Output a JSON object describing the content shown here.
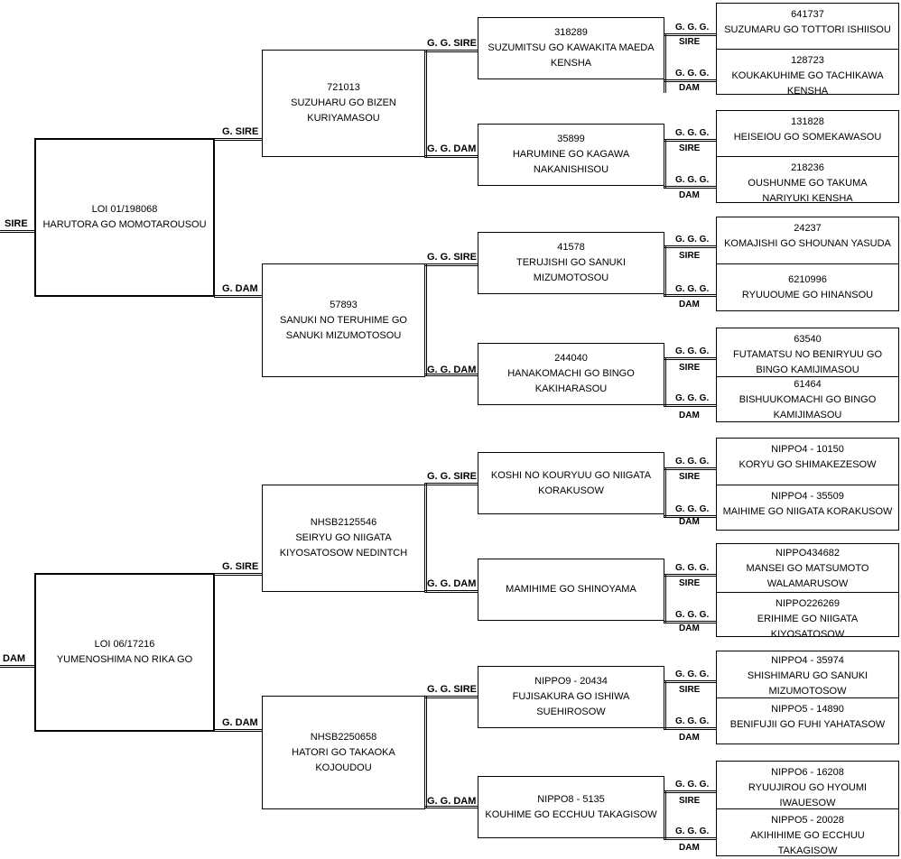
{
  "labels": {
    "sire": "SIRE",
    "dam": "DAM",
    "g_sire": "G. SIRE",
    "g_dam": "G. DAM",
    "gg_sire": "G. G. SIRE",
    "gg_dam": "G. G. DAM",
    "ggg": "G. G. G."
  },
  "sire": {
    "reg": "LOI 01/198068",
    "name": "HARUTORA GO MOMOTAROUSOU",
    "g_sire": {
      "reg": "721013",
      "name": "SUZUHARU GO BIZEN KURIYAMASOU",
      "gg_sire": {
        "reg": "318289",
        "name": "SUZUMITSU GO KAWAKITA MAEDA KENSHA",
        "ggg_sire": {
          "reg": "641737",
          "name": "SUZUMARU GO TOTTORI ISHIISOU"
        },
        "ggg_dam": {
          "reg": "128723",
          "name": "KOUKAKUHIME GO TACHIKAWA KENSHA"
        }
      },
      "gg_dam": {
        "reg": "35899",
        "name": "HARUMINE GO KAGAWA NAKANISHISOU",
        "ggg_sire": {
          "reg": "131828",
          "name": "HEISEIOU GO SOMEKAWASOU"
        },
        "ggg_dam": {
          "reg": "218236",
          "name": "OUSHUNME GO TAKUMA NARIYUKI KENSHA"
        }
      }
    },
    "g_dam": {
      "reg": "57893",
      "name": "SANUKI NO TERUHIME GO SANUKI MIZUMOTOSOU",
      "gg_sire": {
        "reg": "41578",
        "name": "TERUJISHI GO SANUKI MIZUMOTOSOU",
        "ggg_sire": {
          "reg": "24237",
          "name": "KOMAJISHI GO SHOUNAN YASUDA"
        },
        "ggg_dam": {
          "reg": "6210996",
          "name": "RYUUOUME GO HINANSOU"
        }
      },
      "gg_dam": {
        "reg": "244040",
        "name": "HANAKOMACHI GO BINGO KAKIHARASOU",
        "ggg_sire": {
          "reg": "63540",
          "name": "FUTAMATSU NO BENIRYUU GO BINGO KAMIJIMASOU"
        },
        "ggg_dam": {
          "reg": "61464",
          "name": "BISHUUKOMACHI GO BINGO KAMIJIMASOU"
        }
      }
    }
  },
  "dam": {
    "reg": "LOI 06/17216",
    "name": "YUMENOSHIMA NO RIKA GO",
    "g_sire": {
      "reg": "NHSB2125546",
      "name": "SEIRYU GO NIIGATA KIYOSATOSOW NEDINTCH",
      "gg_sire": {
        "reg": "",
        "name": "KOSHI NO KOURYUU GO NIIGATA KORAKUSOW",
        "ggg_sire": {
          "reg": "NIPPO4 - 10150",
          "name": "KORYU GO SHIMAKEZESOW"
        },
        "ggg_dam": {
          "reg": "NIPPO4 - 35509",
          "name": "MAIHIME GO NIIGATA KORAKUSOW"
        }
      },
      "gg_dam": {
        "reg": "",
        "name": "MAMIHIME GO SHINOYAMA",
        "ggg_sire": {
          "reg": "NIPPO434682",
          "name": "MANSEI GO MATSUMOTO WALAMARUSOW"
        },
        "ggg_dam": {
          "reg": "NIPPO226269",
          "name": "ERIHIME GO NIIGATA KIYOSATOSOW"
        }
      }
    },
    "g_dam": {
      "reg": "NHSB2250658",
      "name": "HATORI GO TAKAOKA KOJOUDOU",
      "gg_sire": {
        "reg": "NIPPO9 - 20434",
        "name": "FUJISAKURA GO ISHIWA SUEHIROSOW",
        "ggg_sire": {
          "reg": "NIPPO4 - 35974",
          "name": "SHISHIMARU GO SANUKI MIZUMOTOSOW"
        },
        "ggg_dam": {
          "reg": "NIPPO5 - 14890",
          "name": "BENIFUJII GO FUHI YAHATASOW"
        }
      },
      "gg_dam": {
        "reg": "NIPPO8 - 5135",
        "name": "KOUHIME GO ECCHUU TAKAGISOW",
        "ggg_sire": {
          "reg": "NIPPO6 - 16208",
          "name": "RYUUJIROU GO HYOUMI IWAUESOW"
        },
        "ggg_dam": {
          "reg": "NIPPO5 - 20028",
          "name": "AKIHIHIME GO ECCHUU TAKAGISOW"
        }
      }
    }
  }
}
